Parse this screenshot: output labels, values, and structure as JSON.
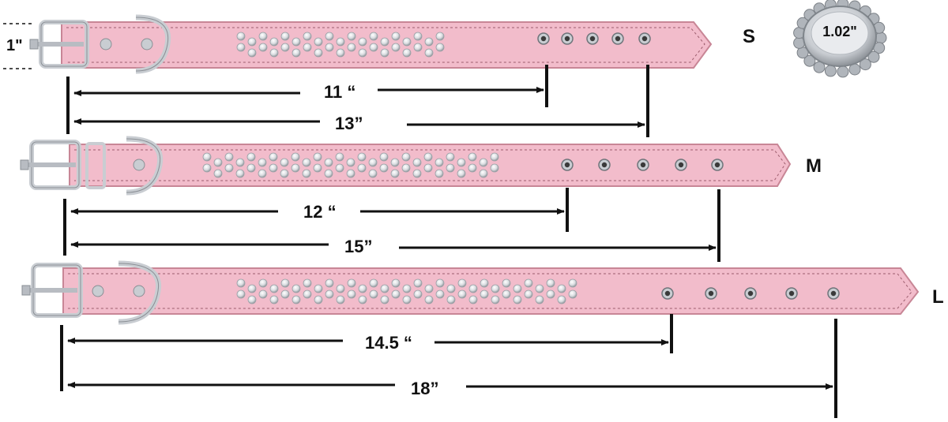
{
  "width_label": "1\"",
  "cap_label": "1.02\"",
  "collars": [
    {
      "size": "S",
      "short_label": "11 “",
      "long_label": "13”",
      "hole_count": 5
    },
    {
      "size": "M",
      "short_label": "12 “",
      "long_label": "15”",
      "hole_count": 5
    },
    {
      "size": "L",
      "short_label": "14.5 “",
      "long_label": "18”",
      "hole_count": 5
    }
  ],
  "colors": {
    "leather": "#f2bccb",
    "leather_edge": "#c88696",
    "stitch": "#9c5d6d",
    "metal": "#c9cdd2",
    "rhinestone": "#e7e9ec",
    "dimension_line": "#111111"
  }
}
